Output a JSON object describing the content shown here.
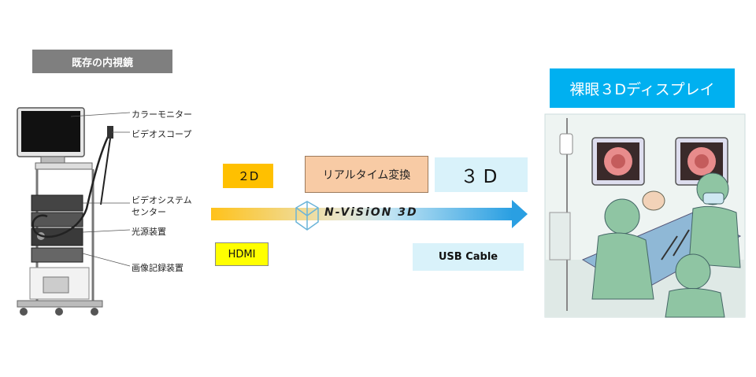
{
  "existing_header": "既存の内視鏡",
  "display_header": "裸眼３Dディスプレイ",
  "equipment_labels": {
    "monitor": "カラーモニター",
    "scope": "ビデオスコープ",
    "system_line1": "ビデオシステム",
    "system_line2": "センター",
    "light": "光源装置",
    "recorder": "画像記録装置"
  },
  "input_format": "２D",
  "conversion": "リアルタイム変換",
  "output_format": "３D",
  "input_interface": "HDMI",
  "output_interface": "USB Cable",
  "arrow_label": "N-ViSiON 3D",
  "colors": {
    "header_gray": "#7f7f7f",
    "header_blue": "#00b0f0",
    "orange": "#ffc000",
    "peach": "#f8cba5",
    "light_blue": "#d9f2fa",
    "yellow": "#ffff00"
  }
}
